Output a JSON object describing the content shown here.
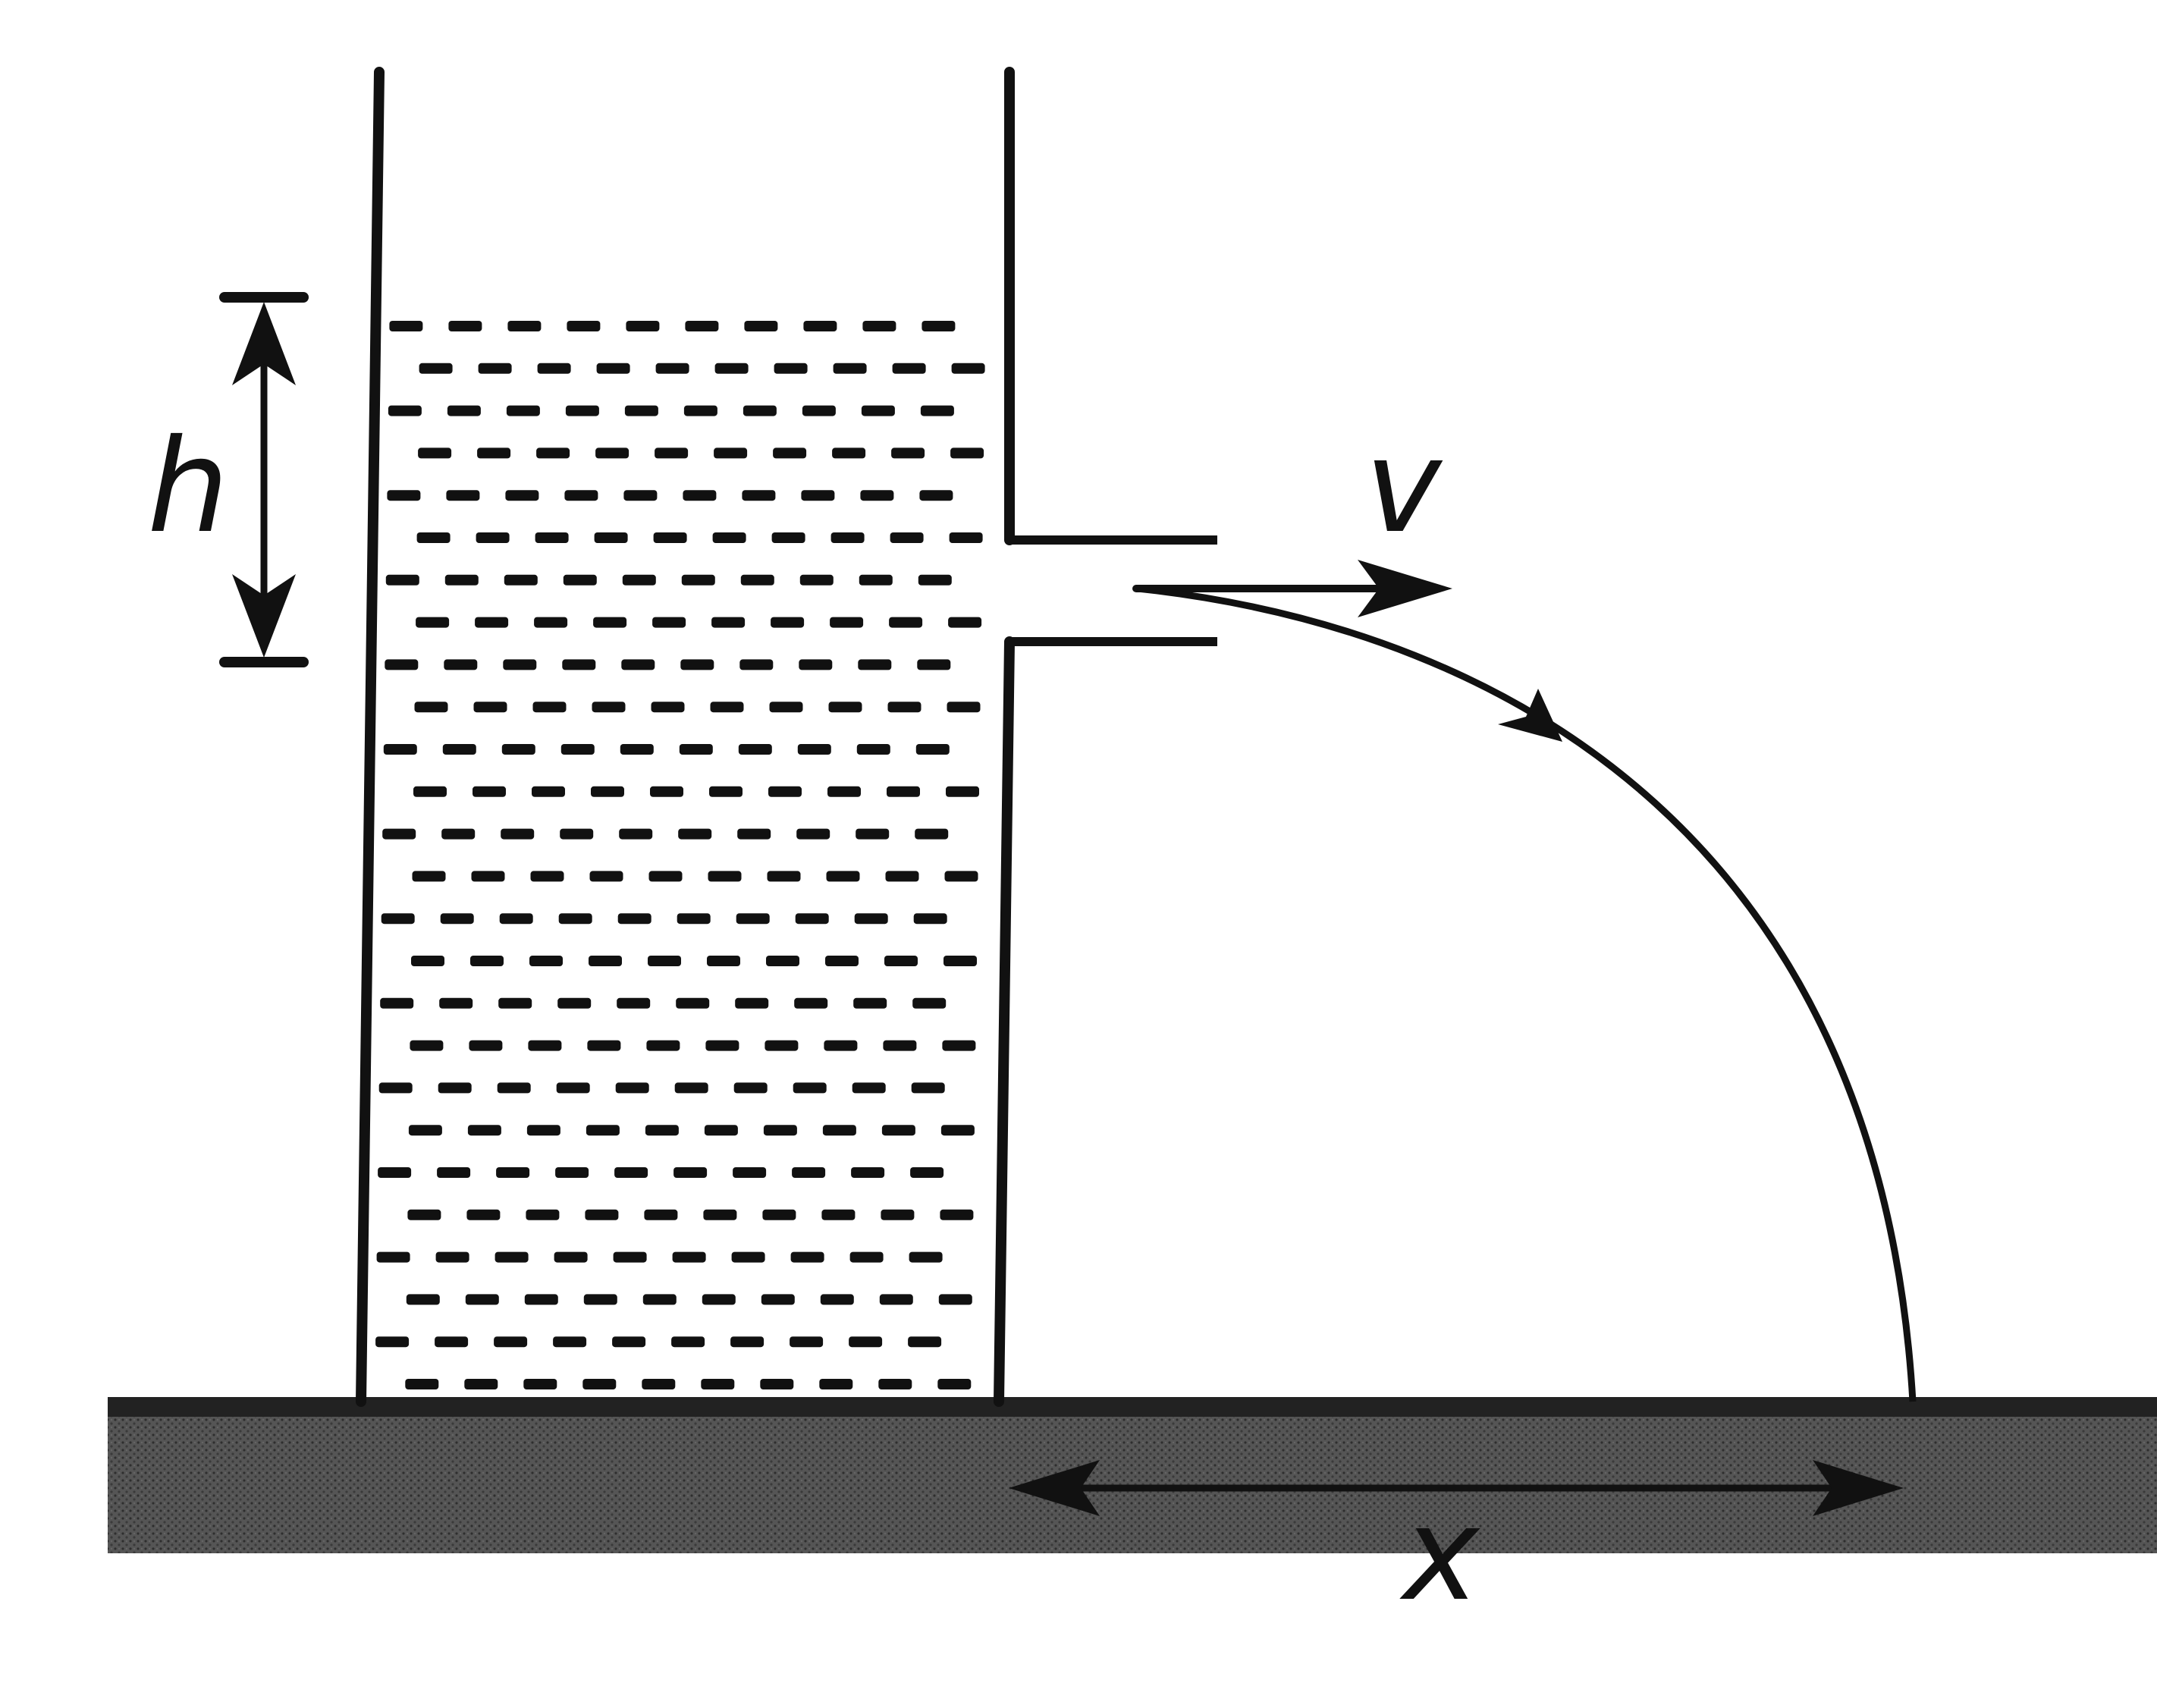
{
  "labels": {
    "height": "h",
    "velocity": "v",
    "range": "x"
  },
  "colors": {
    "ink": "#111111",
    "ground": "#4a4a4a",
    "ground_edge": "#222222",
    "background": "#ffffff"
  }
}
